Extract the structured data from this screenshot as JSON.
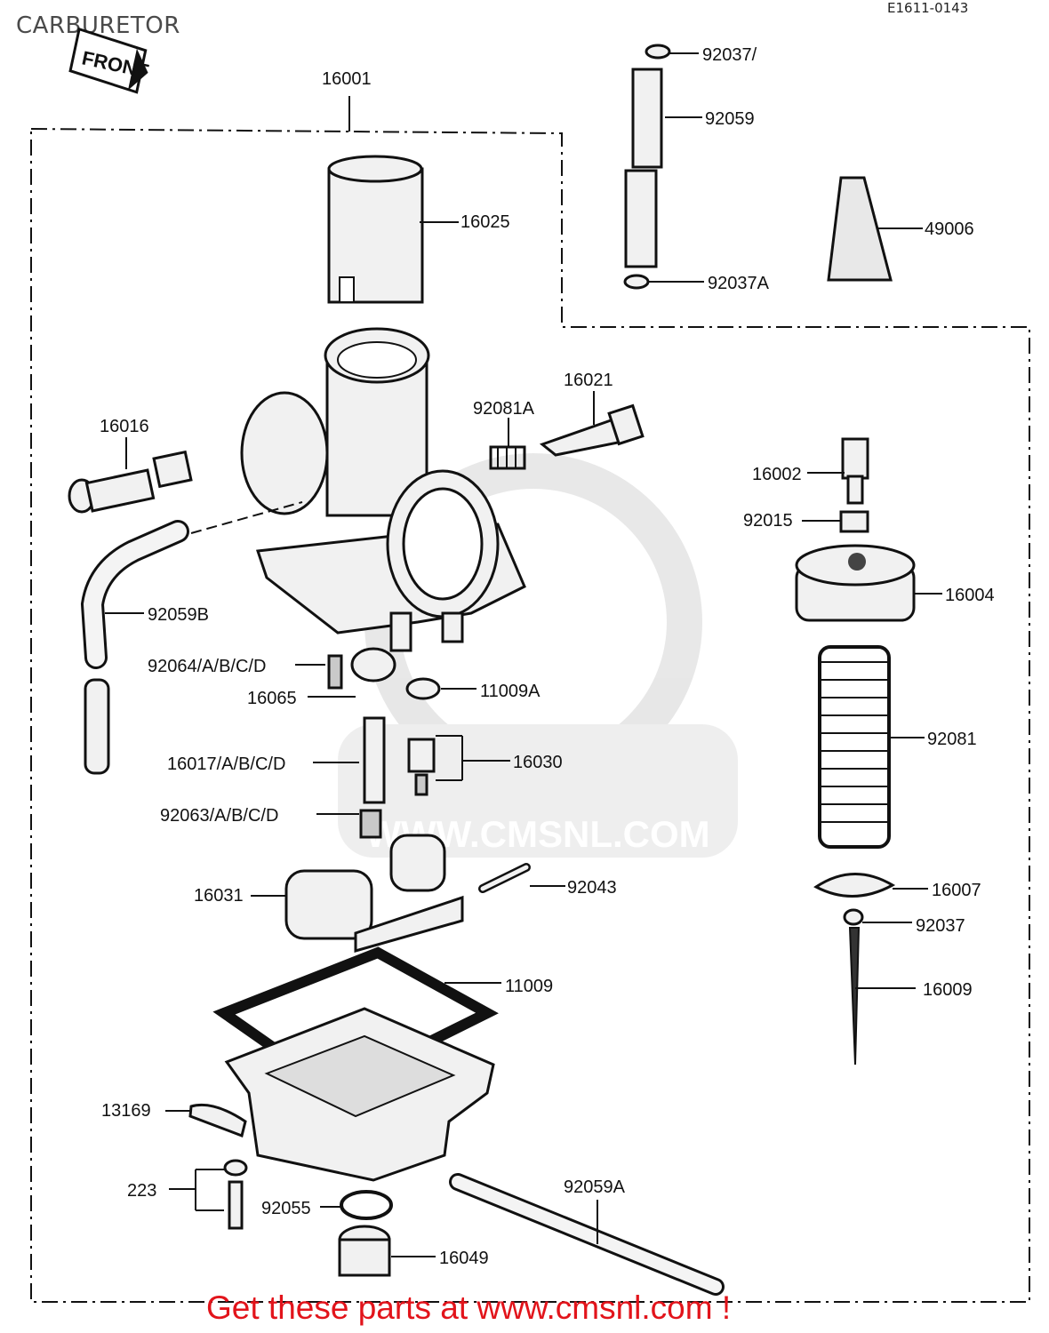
{
  "title": "CARBURETOR",
  "diagram_code": "E1611-0143",
  "footer": "Get these parts at www.cmsnl.com !",
  "front_label": "FRONT",
  "watermark": "WWW.CMSNL.COM",
  "parts": [
    {
      "id": "16001",
      "label": "16001"
    },
    {
      "id": "16025",
      "label": "16025"
    },
    {
      "id": "92037",
      "label": "92037/"
    },
    {
      "id": "92059",
      "label": "92059"
    },
    {
      "id": "92037A",
      "label": "92037A"
    },
    {
      "id": "49006",
      "label": "49006"
    },
    {
      "id": "16021",
      "label": "16021"
    },
    {
      "id": "92081A",
      "label": "92081A"
    },
    {
      "id": "16016",
      "label": "16016"
    },
    {
      "id": "16002",
      "label": "16002"
    },
    {
      "id": "92015",
      "label": "92015"
    },
    {
      "id": "16004",
      "label": "16004"
    },
    {
      "id": "92059B",
      "label": "92059B"
    },
    {
      "id": "92064",
      "label": "92064/A/B/C/D"
    },
    {
      "id": "16065",
      "label": "16065"
    },
    {
      "id": "11009A",
      "label": "11009A"
    },
    {
      "id": "16017",
      "label": "16017/A/B/C/D"
    },
    {
      "id": "16030",
      "label": "16030"
    },
    {
      "id": "92081",
      "label": "92081"
    },
    {
      "id": "92063",
      "label": "92063/A/B/C/D"
    },
    {
      "id": "16031",
      "label": "16031"
    },
    {
      "id": "92043",
      "label": "92043"
    },
    {
      "id": "16007",
      "label": "16007"
    },
    {
      "id": "92037b",
      "label": "92037"
    },
    {
      "id": "16009",
      "label": "16009"
    },
    {
      "id": "11009",
      "label": "11009"
    },
    {
      "id": "13169",
      "label": "13169"
    },
    {
      "id": "223",
      "label": "223"
    },
    {
      "id": "92055",
      "label": "92055"
    },
    {
      "id": "92059A",
      "label": "92059A"
    },
    {
      "id": "16049",
      "label": "16049"
    }
  ]
}
